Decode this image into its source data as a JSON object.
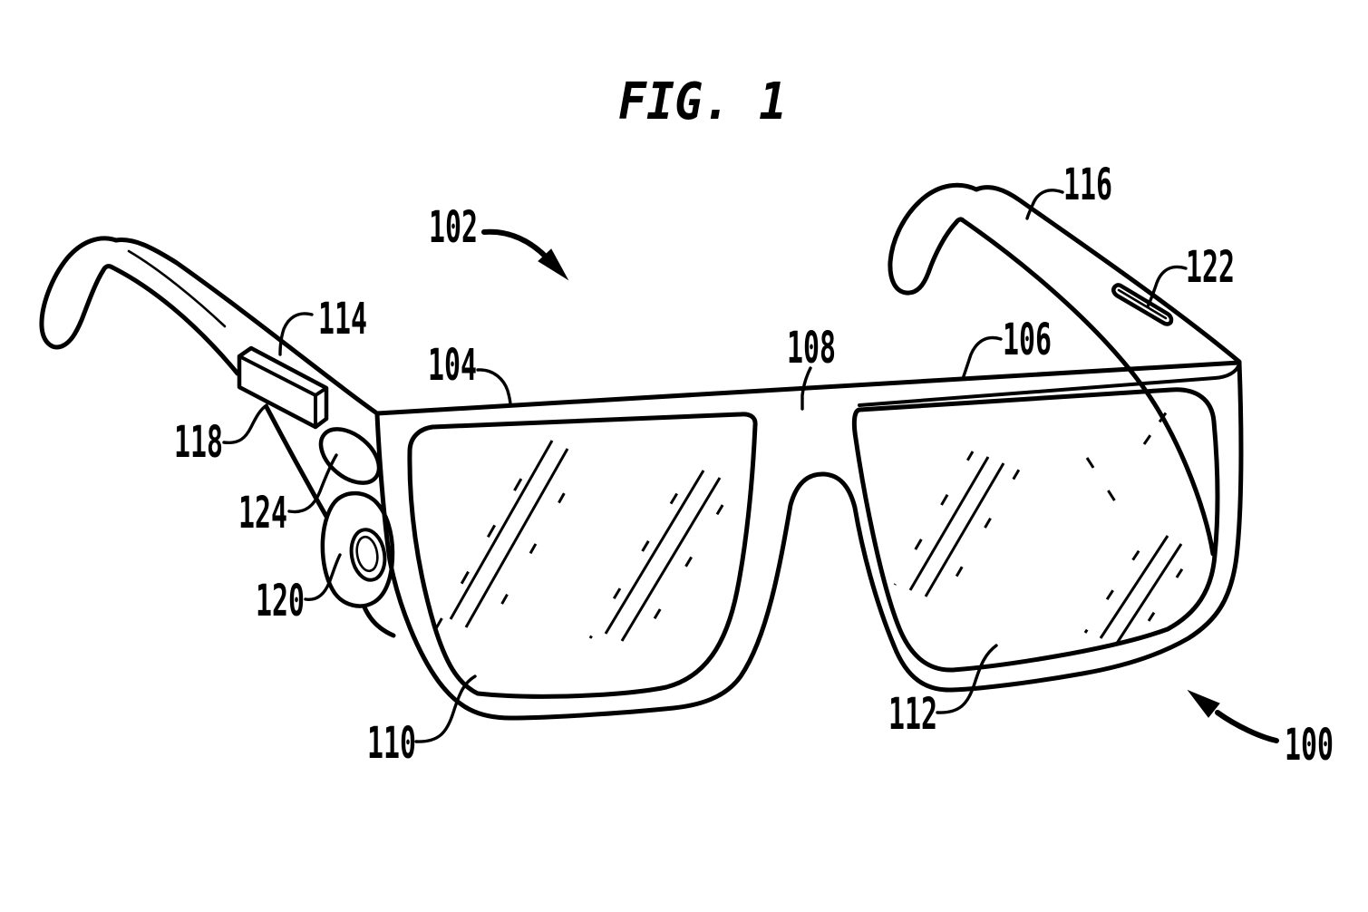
{
  "figure": {
    "title": "FIG. 1",
    "colors": {
      "ink": "#000000",
      "background": "#ffffff"
    },
    "labels": [
      {
        "ref": "100"
      },
      {
        "ref": "102"
      },
      {
        "ref": "104"
      },
      {
        "ref": "106"
      },
      {
        "ref": "108"
      },
      {
        "ref": "110"
      },
      {
        "ref": "112"
      },
      {
        "ref": "114"
      },
      {
        "ref": "116"
      },
      {
        "ref": "118"
      },
      {
        "ref": "120"
      },
      {
        "ref": "122"
      },
      {
        "ref": "124"
      }
    ]
  }
}
